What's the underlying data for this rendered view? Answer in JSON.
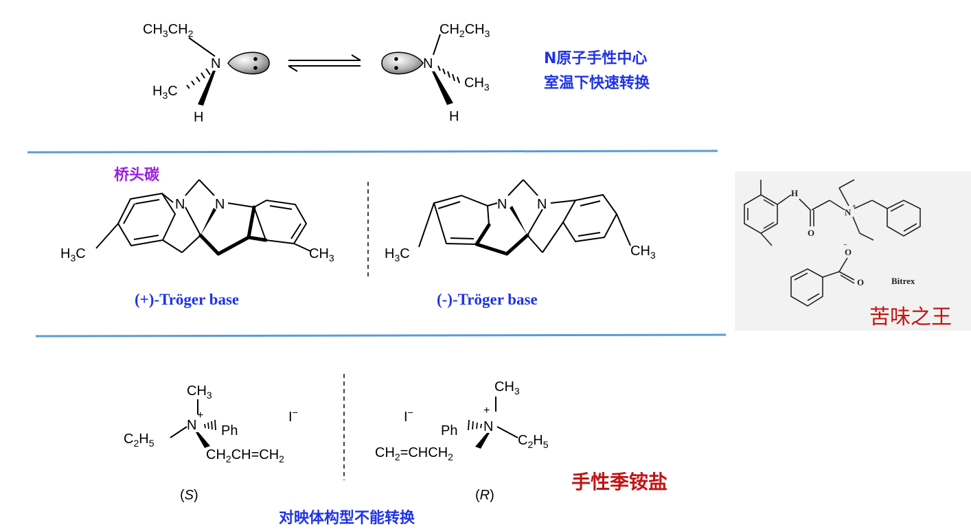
{
  "inversion": {
    "left_top": "CH3CH2",
    "left_left": "H3C",
    "n": "N",
    "h": "H",
    "right_top": "CH2CH3",
    "right_right": "CH3",
    "note_line1": "N原子手性中心",
    "note_line2": "室温下快速转换"
  },
  "troger": {
    "bridgehead_label": "桥头碳",
    "plus_name": "(+)-Tröger  base",
    "minus_name": "(-)-Tröger  base",
    "methyl_left": "H3C",
    "methyl_right": "CH3",
    "n": "N"
  },
  "bitrex": {
    "name": "Bitrex",
    "caption": "苦味之王",
    "atoms": {
      "n_h": "H",
      "n_plus": "N+",
      "o": "O",
      "o_minus": "O-"
    }
  },
  "quaternary": {
    "s_label": "(S)",
    "r_label": "(R)",
    "counterion": "I−",
    "ch3": "CH3",
    "c2h5": "C2H5",
    "ph": "Ph",
    "allyl_s": "CH2CH=CH2",
    "allyl_r": "CH2=CHCH2",
    "n_plus": "N+",
    "title": "手性季铵盐",
    "note": "对映体构型不能转换"
  },
  "colors": {
    "blue_text": "#1f33e6",
    "purple_text": "#9a1fe0",
    "red_text": "#c11414",
    "divider": "#5b9bd5"
  }
}
